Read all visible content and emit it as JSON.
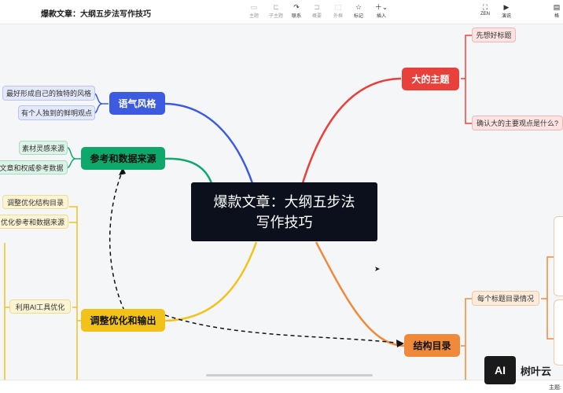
{
  "window": {
    "title": "爆款文章：大纲五步法写作技巧"
  },
  "toolbar": {
    "items": [
      {
        "label": "主题",
        "icon": "topic-icon"
      },
      {
        "label": "子主题",
        "icon": "subtopic-icon"
      },
      {
        "label": "联系",
        "icon": "relation-icon"
      },
      {
        "label": "概要",
        "icon": "summary-icon"
      },
      {
        "label": "外框",
        "icon": "boundary-icon"
      },
      {
        "label": "标记",
        "icon": "marker-icon"
      },
      {
        "label": "插入",
        "icon": "insert-icon"
      }
    ],
    "right": [
      {
        "label": "ZEN",
        "icon": "zen-icon"
      },
      {
        "label": "演说",
        "icon": "present-icon"
      },
      {
        "label": "格",
        "icon": "format-icon"
      }
    ]
  },
  "mindmap": {
    "root": {
      "line1": "爆款文章：大纲五步法",
      "line2": "写作技巧"
    },
    "branches": {
      "tone": {
        "label": "语气风格",
        "color": "#3c5be0",
        "children": [
          "最好形成自己的独特的风格",
          "有个人独到的鲜明观点"
        ]
      },
      "sources": {
        "label": "参考和数据来源",
        "color": "#0ea86a",
        "children": [
          "素材灵感来源",
          "文章和权威参考数据"
        ]
      },
      "optimize": {
        "label": "调整优化和输出",
        "color": "#f2c21b",
        "children": [
          "调整优化结构目录",
          "优化参考和数据来源",
          "利用AI工具优化"
        ]
      },
      "theme": {
        "label": "大的主题",
        "color": "#e8403b",
        "children": [
          "先想好标题",
          "确认大的主要观点是什么?"
        ]
      },
      "structure": {
        "label": "结构目录",
        "color": "#f08a3a",
        "children": [
          "每个标题目录情况"
        ]
      }
    }
  },
  "watermark": {
    "badge": "AI",
    "text": "树叶云"
  },
  "status": {
    "theme_label": "主题:"
  }
}
